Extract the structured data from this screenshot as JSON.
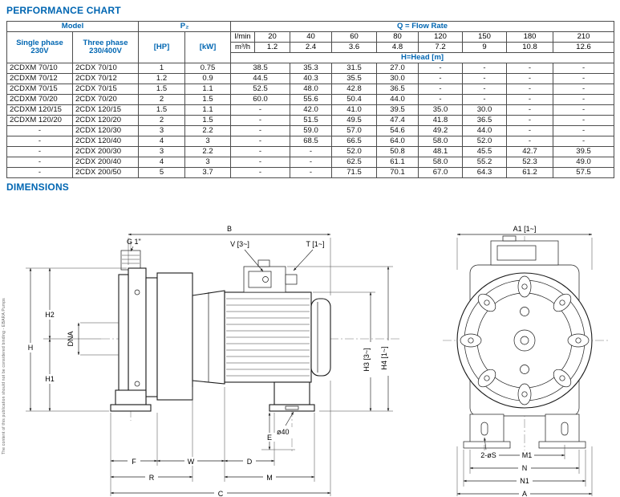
{
  "page": {
    "performance_title": "PERFORMANCE CHART",
    "dimensions_title": "DIMENSIONS",
    "side_note": "The content of this publication should not be considered binding - EBARA Pumps"
  },
  "table": {
    "header": {
      "model": "Model",
      "single_phase": "Single phase\n230V",
      "three_phase": "Three phase\n230/400V",
      "p2": "P₂",
      "hp": "[HP]",
      "kw": "[kW]",
      "flow_rate": "Q = Flow Rate",
      "lmin": "l/min",
      "m3h": "m³/h",
      "head": "H=Head [m]",
      "lmin_values": [
        "20",
        "40",
        "60",
        "80",
        "120",
        "150",
        "180",
        "210"
      ],
      "m3h_values": [
        "1.2",
        "2.4",
        "3.6",
        "4.8",
        "7.2",
        "9",
        "10.8",
        "12.6"
      ]
    },
    "rows": [
      {
        "cells": [
          "2CDXM 70/10",
          "2CDX 70/10",
          "1",
          "0.75",
          "38.5",
          "35.3",
          "31.5",
          "27.0",
          "-",
          "-",
          "-",
          "-"
        ]
      },
      {
        "cells": [
          "2CDXM 70/12",
          "2CDX 70/12",
          "1.2",
          "0.9",
          "44.5",
          "40.3",
          "35.5",
          "30.0",
          "-",
          "-",
          "-",
          "-"
        ]
      },
      {
        "cells": [
          "2CDXM 70/15",
          "2CDX 70/15",
          "1.5",
          "1.1",
          "52.5",
          "48.0",
          "42.8",
          "36.5",
          "-",
          "-",
          "-",
          "-"
        ]
      },
      {
        "cells": [
          "2CDXM 70/20",
          "2CDX 70/20",
          "2",
          "1.5",
          "60.0",
          "55.6",
          "50.4",
          "44.0",
          "-",
          "-",
          "-",
          "-"
        ]
      },
      {
        "cells": [
          "2CDXM 120/15",
          "2CDX 120/15",
          "1.5",
          "1.1",
          "-",
          "42.0",
          "41.0",
          "39.5",
          "35.0",
          "30.0",
          "-",
          "-"
        ]
      },
      {
        "cells": [
          "2CDXM 120/20",
          "2CDX 120/20",
          "2",
          "1.5",
          "-",
          "51.5",
          "49.5",
          "47.4",
          "41.8",
          "36.5",
          "-",
          "-"
        ]
      },
      {
        "cells": [
          "-",
          "2CDX 120/30",
          "3",
          "2.2",
          "-",
          "59.0",
          "57.0",
          "54.6",
          "49.2",
          "44.0",
          "-",
          "-"
        ]
      },
      {
        "cells": [
          "-",
          "2CDX 120/40",
          "4",
          "3",
          "-",
          "68.5",
          "66.5",
          "64.0",
          "58.0",
          "52.0",
          "-",
          "-"
        ]
      },
      {
        "cells": [
          "-",
          "2CDX 200/30",
          "3",
          "2.2",
          "-",
          "-",
          "52.0",
          "50.8",
          "48.1",
          "45.5",
          "42.7",
          "39.5"
        ]
      },
      {
        "cells": [
          "-",
          "2CDX 200/40",
          "4",
          "3",
          "-",
          "-",
          "62.5",
          "61.1",
          "58.0",
          "55.2",
          "52.3",
          "49.0"
        ]
      },
      {
        "cells": [
          "-",
          "2CDX 200/50",
          "5",
          "3.7",
          "-",
          "-",
          "71.5",
          "70.1",
          "67.0",
          "64.3",
          "61.2",
          "57.5"
        ]
      }
    ]
  },
  "dims": {
    "side": {
      "b": "B",
      "g1": "G 1\"",
      "v3": "V [3~]",
      "t1": "T [1~]",
      "h": "H",
      "h1": "H1",
      "h2": "H2",
      "dna": "DNA",
      "h3": "H3 [3~]",
      "h4": "H4 [1~]",
      "e": "E",
      "f": "F",
      "w": "W",
      "d": "D",
      "r": "R",
      "m": "M",
      "c": "C",
      "phi40": "ø40"
    },
    "front": {
      "a1": "A1 [1~]",
      "s": "2-øS",
      "m1": "M1",
      "n": "N",
      "n1": "N1",
      "a": "A"
    }
  }
}
